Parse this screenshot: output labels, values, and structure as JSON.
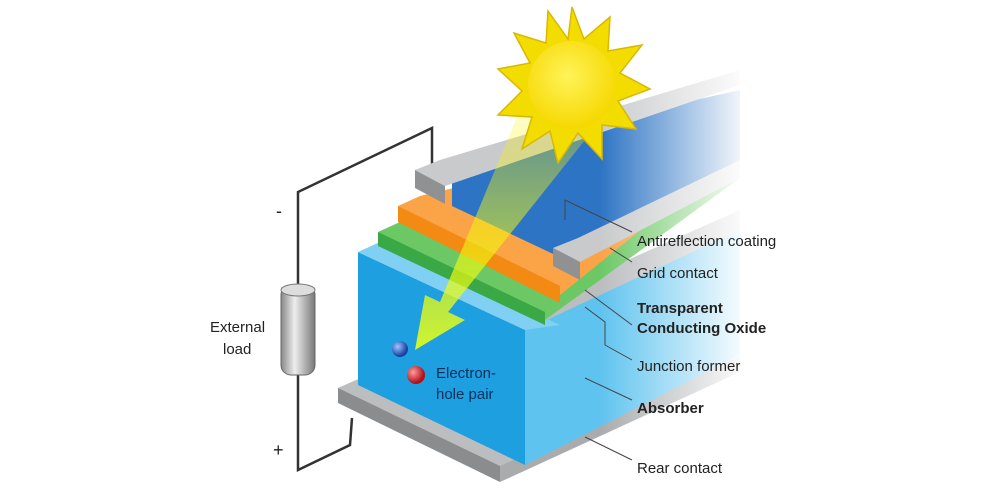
{
  "diagram": {
    "labels": {
      "antireflection": "Antireflection coating",
      "grid_contact": "Grid contact",
      "tco_line1": "Transparent",
      "tco_line2": "Conducting Oxide",
      "junction": "Junction former",
      "absorber": "Absorber",
      "rear_contact": "Rear contact",
      "load_line1": "External",
      "load_line2": "load",
      "pair_line1": "Electron-",
      "pair_line2": "hole pair",
      "minus": "-",
      "plus": "+"
    },
    "colors": {
      "absorber": "#2aa7e4",
      "junction": "#4cb748",
      "tco": "#f7941d",
      "antireflection": "#1f63b4",
      "contact": "#a7a9ac",
      "sun": "#fff200"
    }
  }
}
